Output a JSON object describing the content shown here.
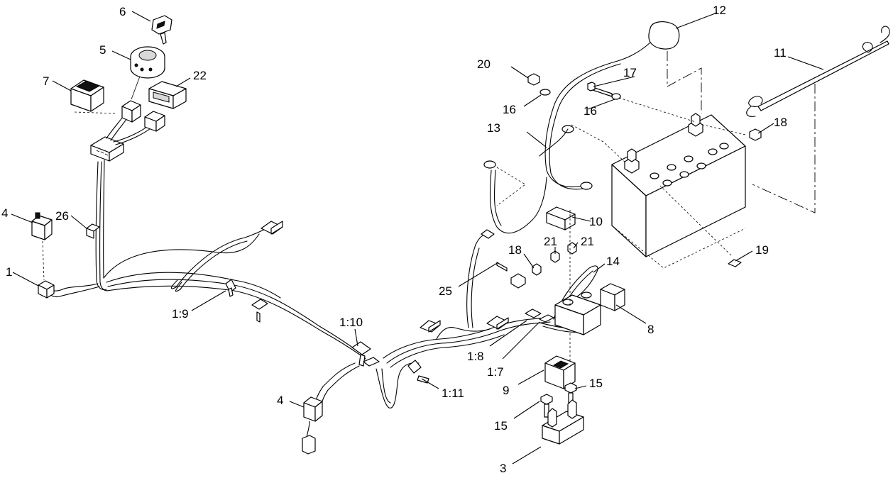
{
  "callouts": {
    "c1": "1",
    "c1_7": "1:7",
    "c1_8": "1:8",
    "c1_9": "1:9",
    "c1_10": "1:10",
    "c1_11": "1:11",
    "c3": "3",
    "c4a": "4",
    "c4b": "4",
    "c5": "5",
    "c6": "6",
    "c7": "7",
    "c8": "8",
    "c9": "9",
    "c10": "10",
    "c11": "11",
    "c12": "12",
    "c13": "13",
    "c14": "14",
    "c15a": "15",
    "c15b": "15",
    "c16a": "16",
    "c16b": "16",
    "c17": "17",
    "c18a": "18",
    "c18b": "18",
    "c19": "19",
    "c20": "20",
    "c21a": "21",
    "c21b": "21",
    "c22": "22",
    "c25": "25",
    "c26": "26"
  }
}
